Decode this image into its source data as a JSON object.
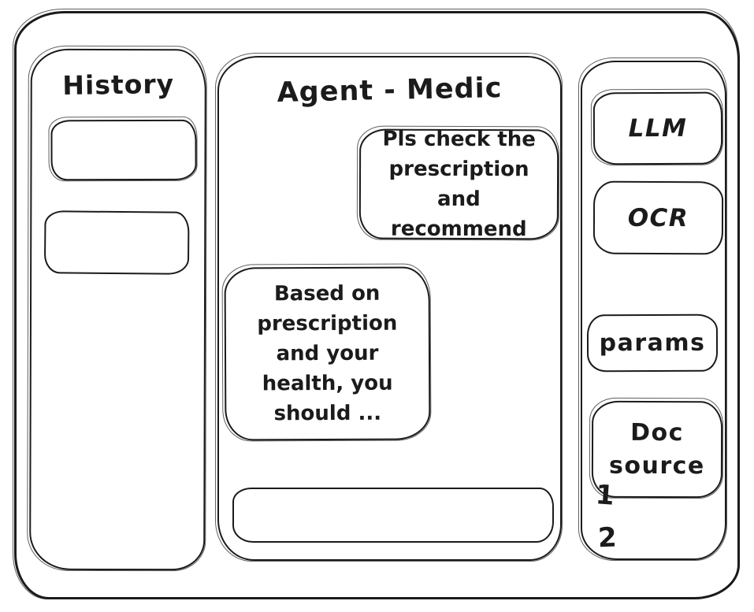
{
  "colors": {
    "ink": "#1b1b1b",
    "background": "#ffffff"
  },
  "history_panel": {
    "title": "History",
    "item_count": 2
  },
  "chat_panel": {
    "title": "Agent - Medic",
    "messages": [
      {
        "role": "user",
        "text": "Pls check the\nprescription\nand recommend"
      },
      {
        "role": "agent",
        "text": "Based on\nprescription\nand your\nhealth, you\nshould ..."
      }
    ],
    "input_value": ""
  },
  "tools_panel": {
    "items": [
      {
        "label": "LLM"
      },
      {
        "label": "OCR"
      },
      {
        "label": "params"
      },
      {
        "label": "Doc\nsource"
      }
    ],
    "annotations": [
      {
        "text": "1"
      },
      {
        "text": "2"
      }
    ]
  }
}
